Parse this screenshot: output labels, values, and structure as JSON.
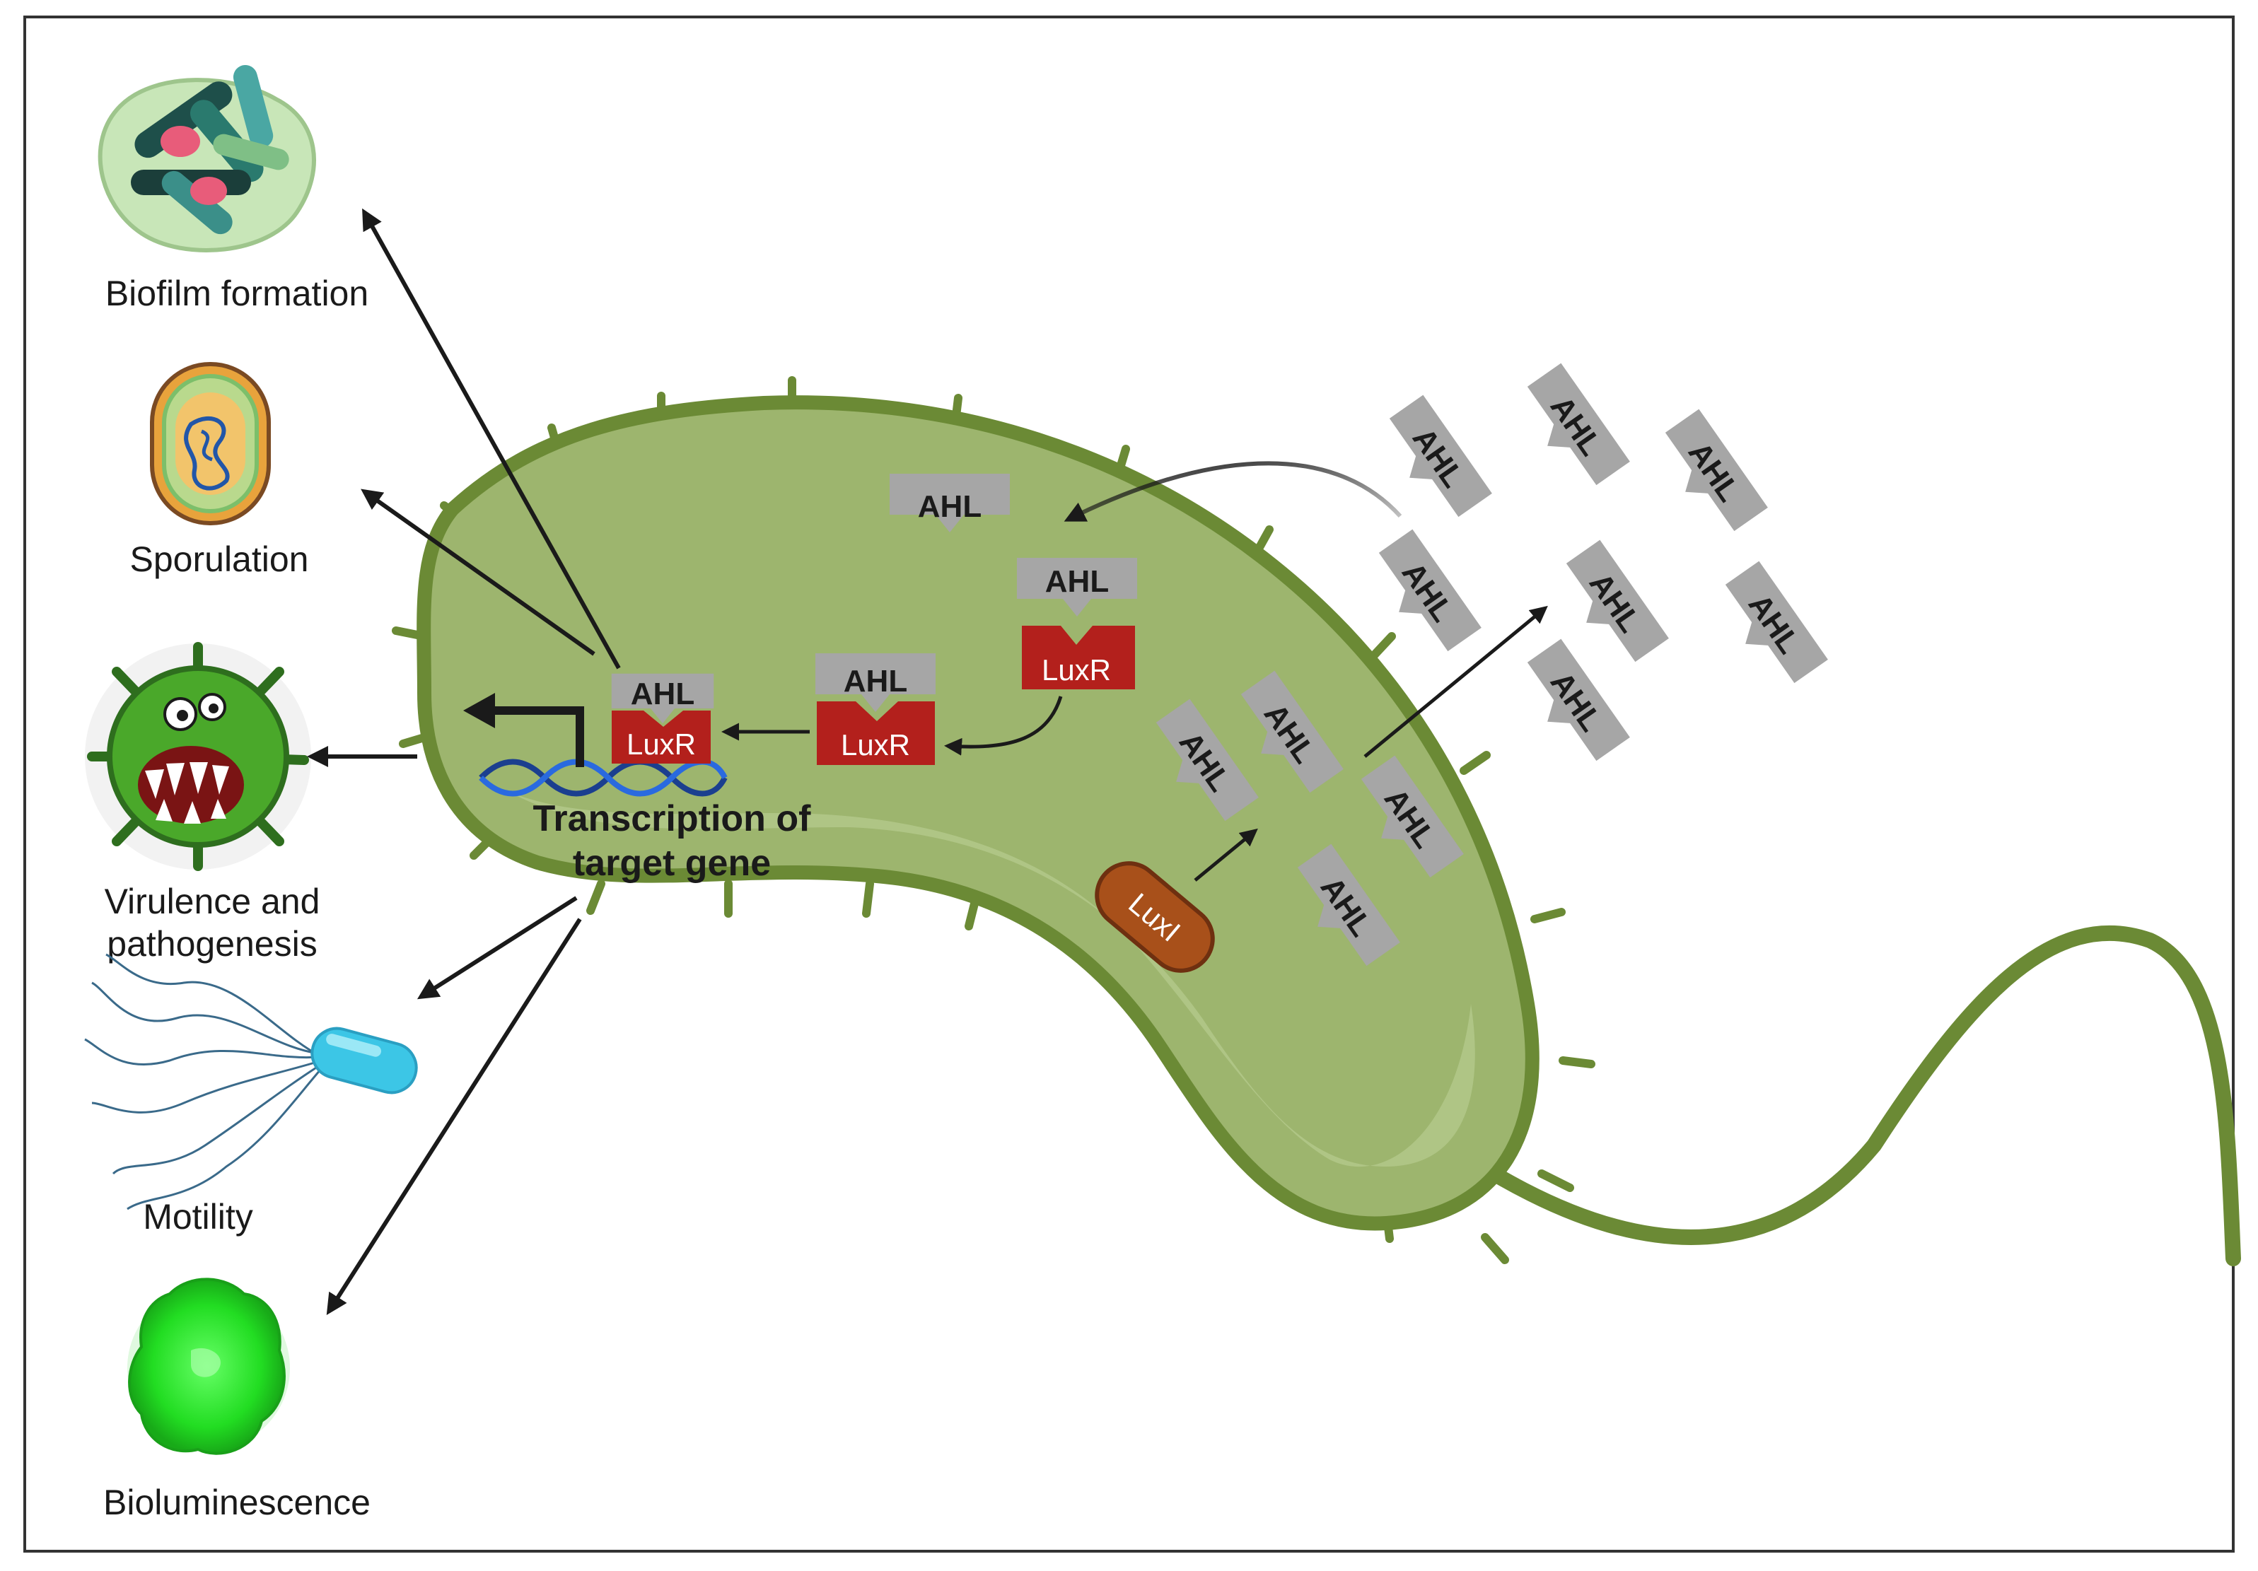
{
  "outcomes": {
    "biofilm": "Biofilm formation",
    "sporulation": "Sporulation",
    "virulence_line1": "Virulence and",
    "virulence_line2": "pathogenesis",
    "motility": "Motility",
    "bioluminescence": "Bioluminescence"
  },
  "signals": {
    "ahl": "AHL",
    "luxr": "LuxR",
    "luxi": "LuxI"
  },
  "transcription": {
    "line1": "Transcription of",
    "line2": "target gene"
  },
  "colors": {
    "cell_fill": "#9db56e",
    "cell_border": "#6b8a35",
    "ahl_grey": "#a6a6a6",
    "luxr_red": "#b3201c",
    "luxi_brown": "#a8501a",
    "dna_blue": "#1b3f8f",
    "motility_blue": "#3cc6e6",
    "biolum_green": "#22dd22"
  }
}
